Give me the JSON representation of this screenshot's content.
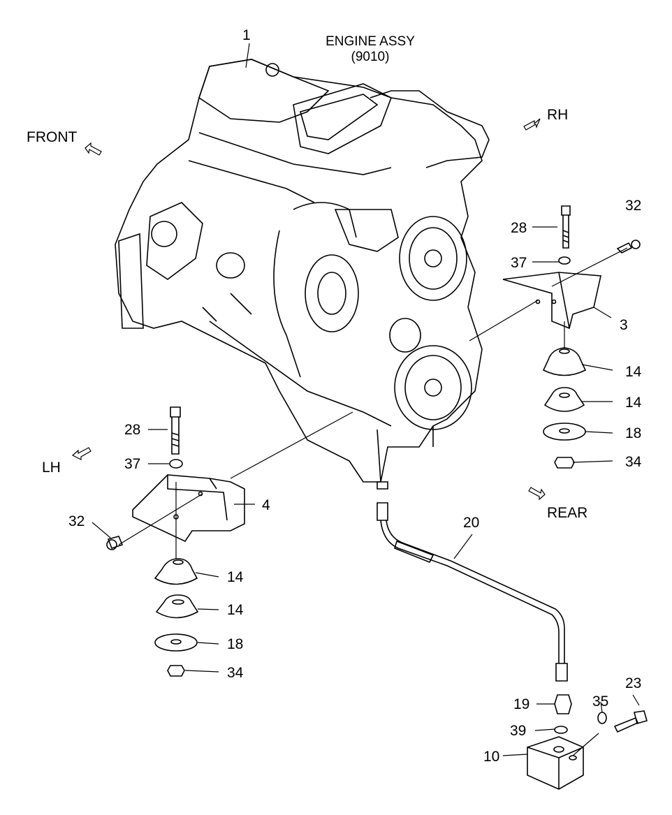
{
  "title": {
    "line1": "ENGINE ASSY",
    "line2": "(9010)"
  },
  "directions": {
    "front": "FRONT",
    "rh": "RH",
    "lh": "LH",
    "rear": "REAR"
  },
  "callouts": {
    "engine": "1",
    "rh_bolt": "28",
    "rh_screw": "32",
    "rh_washer": "37",
    "rh_bracket": "3",
    "rh_mount_upper": "14",
    "rh_mount_lower": "14",
    "rh_plate": "18",
    "rh_nut": "34",
    "lh_bolt": "28",
    "lh_washer": "37",
    "lh_bracket": "4",
    "lh_screw": "32",
    "lh_mount_upper": "14",
    "lh_mount_lower": "14",
    "lh_plate": "18",
    "lh_nut": "34",
    "hose": "20",
    "fitting": "19",
    "oring": "39",
    "block": "10",
    "block_washer": "35",
    "block_bolt": "23"
  }
}
